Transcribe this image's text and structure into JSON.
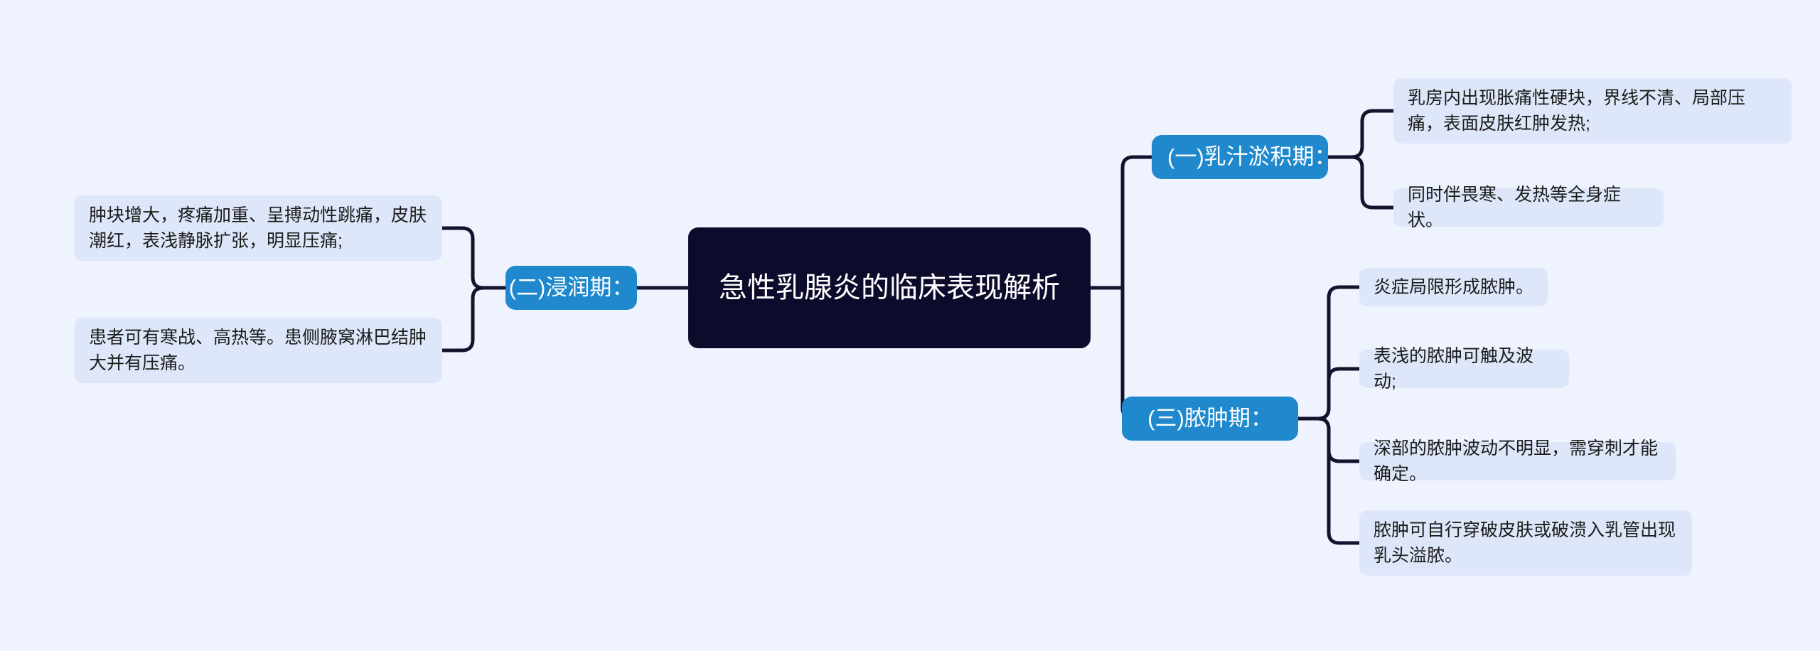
{
  "page": {
    "background_color": "#eef3fd",
    "type": "mind-map"
  },
  "colors": {
    "root_fill": "#0d0b2b",
    "root_text": "#ffffff",
    "branch_fill": "#2089ce",
    "branch_text": "#ffffff",
    "leaf_fill": "#dee7f9",
    "leaf_text": "#1b1b1b",
    "connector": "#15122e"
  },
  "root": {
    "label": "急性乳腺炎的临床表现解析"
  },
  "branches": [
    {
      "id": "branch-1",
      "label": "(一)乳汁淤积期：",
      "side": "right",
      "leaves": [
        {
          "id": "leaf-1-1",
          "label": "乳房内出现胀痛性硬块，界线不清、局部压痛，表面皮肤红肿发热;"
        },
        {
          "id": "leaf-1-2",
          "label": "同时伴畏寒、发热等全身症状。"
        }
      ]
    },
    {
      "id": "branch-2",
      "label": "(二)浸润期：",
      "side": "left",
      "leaves": [
        {
          "id": "leaf-2-1",
          "label": "肿块增大，疼痛加重、呈搏动性跳痛，皮肤潮红，表浅静脉扩张，明显压痛;"
        },
        {
          "id": "leaf-2-2",
          "label": "患者可有寒战、高热等。患侧腋窝淋巴结肿大并有压痛。"
        }
      ]
    },
    {
      "id": "branch-3",
      "label": "(三)脓肿期：",
      "side": "right",
      "leaves": [
        {
          "id": "leaf-3-1",
          "label": "炎症局限形成脓肿。"
        },
        {
          "id": "leaf-3-2",
          "label": "表浅的脓肿可触及波动;"
        },
        {
          "id": "leaf-3-3",
          "label": "深部的脓肿波动不明显，需穿刺才能确定。"
        },
        {
          "id": "leaf-3-4",
          "label": "脓肿可自行穿破皮肤或破溃入乳管出现乳头溢脓。"
        }
      ]
    }
  ]
}
